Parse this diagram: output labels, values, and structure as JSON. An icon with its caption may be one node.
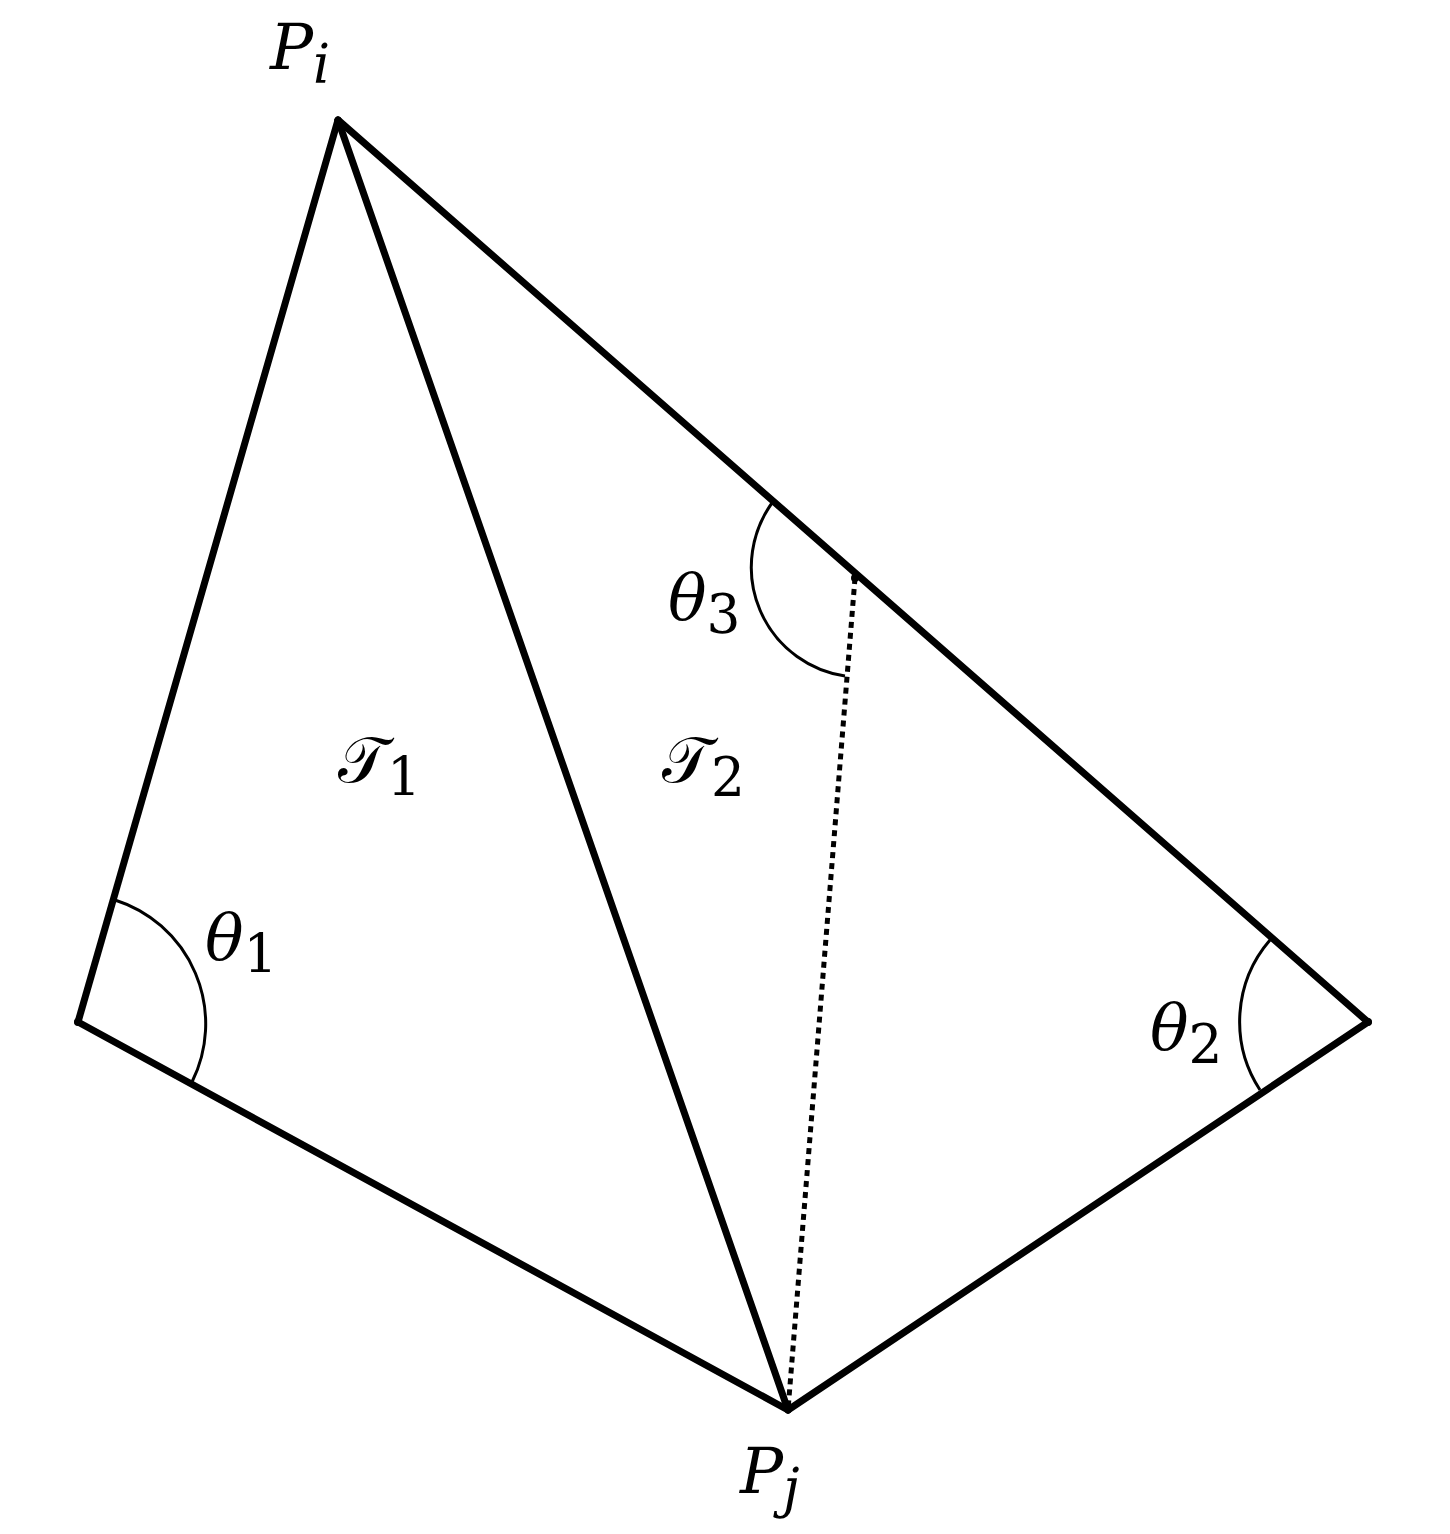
{
  "diagram": {
    "nodes": [
      {
        "text": [
          "*P*$_{i}$"
        ]
      },
      {
        "text": [],
        "shape": "point",
        "beside": [
          "*θ*$_{3}$"
        ]
      },
      {
        "text": [],
        "shape": "point",
        "beside": [
          "*θ*$_{1}$"
        ]
      },
      {
        "text": [],
        "shape": "point",
        "beside": [
          "*θ*$_{2}$"
        ]
      },
      {
        "text": [
          "*P*$_{j}$"
        ]
      }
    ],
    "edges": [
      {
        "from": 0,
        "to": 2,
        "arrow": "none"
      },
      {
        "from": 0,
        "to": 4,
        "arrow": "none"
      },
      {
        "from": 0,
        "to": 3,
        "arrow": "none"
      },
      {
        "from": 2,
        "to": 4,
        "arrow": "none"
      },
      {
        "from": 3,
        "to": 4,
        "arrow": "none"
      },
      {
        "from": 1,
        "to": 4,
        "arrow": "none",
        "style": "dashed"
      }
    ],
    "labels": [
      "𝒯$_{1}$",
      "𝒯$_{2}$"
    ]
  }
}
